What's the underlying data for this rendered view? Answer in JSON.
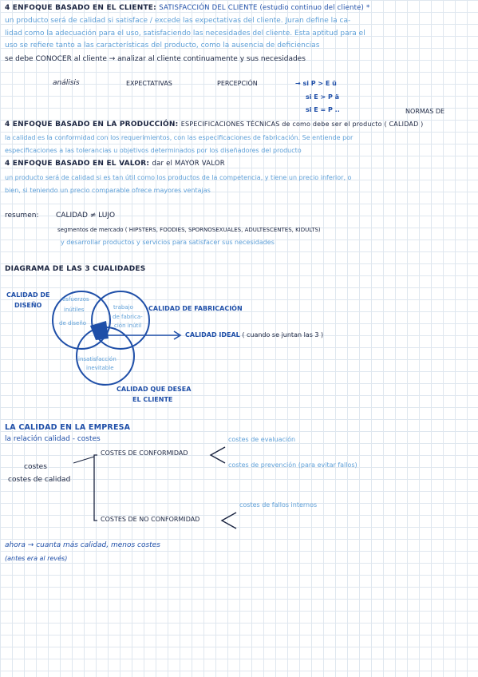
{
  "sections": {
    "cliente": {
      "heading": "4 ENFOQUE BASADO EN EL CLIENTE:",
      "heading_rest": "SATISFACCIÓN DEL CLIENTE (estudio continuo del cliente) *",
      "lines": [
        "un producto será de calidad si satisface / excede las expectativas del cliente. Juran define la ca-",
        "lidad como la adecuación para el uso, satisfaciendo las necesidades del cliente. Esta aptitud para el",
        "uso se refiere tanto a las características del producto, como la ausencia de deficiencias"
      ],
      "note": "se debe CONOCER al cliente → analizar al cliente continuamente y sus necesidades"
    },
    "formula": {
      "analisis": "análisis",
      "expectativas": "EXPECTATIVAS",
      "percepcion": "PERCEPCIÓN",
      "rule1": "→ si  P > E   ü",
      "rule2": "si  E > P   ä",
      "rule3": "si  E = P   ..",
      "normas": "NORMAS DE"
    },
    "produccion": {
      "heading": "4 ENFOQUE BASADO EN LA PRODUCCIÓN:",
      "heading_rest": "ESPECIFICACIONES TÉCNICAS de como debe ser el producto ( CALIDAD )",
      "lines": [
        "la calidad es la conformidad con los requerimientos, con las especificaciones de fabricación. Se entiende por",
        "especificaciones a las tolerancias u objetivos determinados por los diseñadores del producto"
      ]
    },
    "valor": {
      "heading": "4 ENFOQUE BASADO EN EL VALOR:",
      "heading_rest": "dar el MAYOR VALOR",
      "lines": [
        "un producto será de calidad si es tan útil como los productos de la competencia, y tiene un precio inferior, o",
        "bien, si teniendo un precio comparable ofrece mayores ventajas"
      ]
    },
    "resumen": {
      "label": "resumen:",
      "line1": "CALIDAD ≠ LUJO",
      "line2": "segmentos de mercado ( HIPSTERS, FOODIES, SPORNOSEXUALES, ADULTESCENTES, KIDULTS)",
      "line3": "y desarrollar productos y servicios para satisfacer sus necesidades"
    }
  },
  "diagram": {
    "title": "DIAGRAMA DE LAS 3 CUALIDADES",
    "label_diseno": [
      "CALIDAD DE",
      "DISEÑO"
    ],
    "label_fabricacion": "CALIDAD DE FABRICACIÓN",
    "label_ideal": "CALIDAD IDEAL",
    "label_ideal_note": "( cuando se juntan las 3 )",
    "label_desea": [
      "CALIDAD QUE DESEA",
      "EL CLIENTE"
    ],
    "region_top": [
      "esfuerzos",
      "inútiles",
      "de diseño"
    ],
    "region_right": [
      "trabajo",
      "de fabrica-",
      "ción inútil"
    ],
    "region_bottom": [
      "insatisfacción",
      "inevitable"
    ]
  },
  "empresa": {
    "title": "LA CALIDAD EN LA EMPRESA",
    "subtitle": "la relación calidad - costes",
    "costes": "costes",
    "costes_calidad": "costes de calidad",
    "conformidad": "COSTES DE CONFORMIDAD",
    "no_conformidad": "COSTES DE NO CONFORMIDAD",
    "evaluacion": "costes de evaluación",
    "prevencion": "costes de prevención (para evitar fallos)",
    "fallos": "costes de fallos internos",
    "footer1": "ahora → cuanta más calidad, menos costes",
    "footer2": "(antes era al revés)"
  },
  "colors": {
    "ink_dark": "#1a2440",
    "ink_navy": "#1f4fa8",
    "ink_blue": "#5fa0d8",
    "grid": "#dfe7ef"
  }
}
